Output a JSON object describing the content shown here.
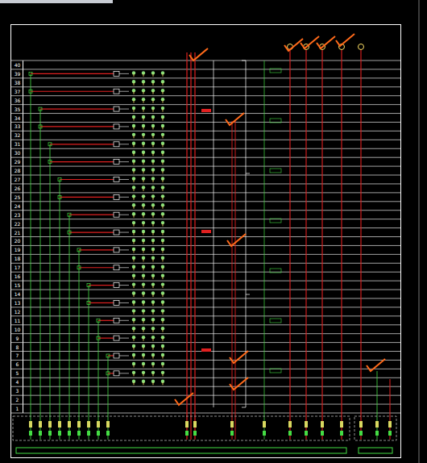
{
  "diagram": {
    "labels": [
      "40",
      "39",
      "38",
      "37",
      "36",
      "35",
      "34",
      "33",
      "32",
      "31",
      "30",
      "29",
      "28",
      "27",
      "26",
      "25",
      "24",
      "23",
      "22",
      "21",
      "20",
      "19",
      "18",
      "17",
      "16",
      "15",
      "14",
      "13",
      "12",
      "11",
      "10",
      "9",
      "8",
      "7",
      "6",
      "5",
      "4",
      "3",
      "2",
      "1"
    ]
  }
}
